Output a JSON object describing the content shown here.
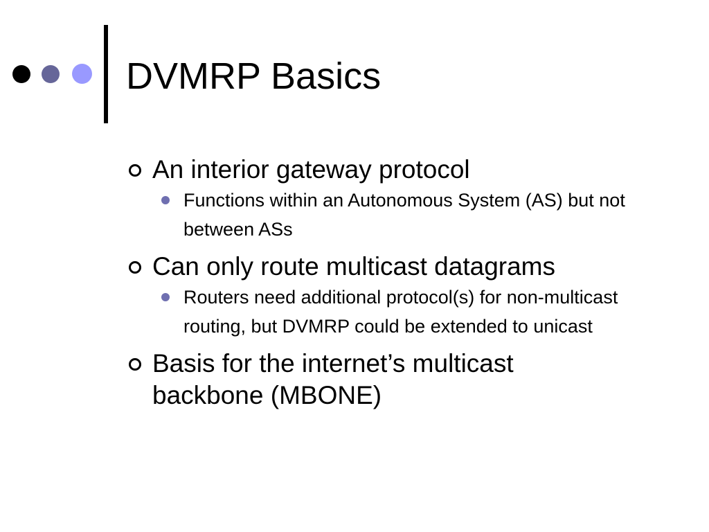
{
  "slide": {
    "title": "DVMRP Basics",
    "colors": {
      "dot_1": "#000000",
      "dot_2": "#666699",
      "dot_3": "#9999ff",
      "sub_bullet": "#6f6fb0",
      "text": "#000000",
      "background": "#ffffff"
    },
    "bullets": [
      {
        "text": "An interior gateway protocol",
        "sub": [
          "Functions within an Autonomous System (AS) but not between ASs"
        ]
      },
      {
        "text": "Can only route multicast datagrams",
        "sub": [
          "Routers need additional protocol(s) for non-multicast routing, but DVMRP could be extended to unicast"
        ]
      },
      {
        "text": "Basis for the internet’s multicast backbone (MBONE)",
        "sub": []
      }
    ]
  }
}
